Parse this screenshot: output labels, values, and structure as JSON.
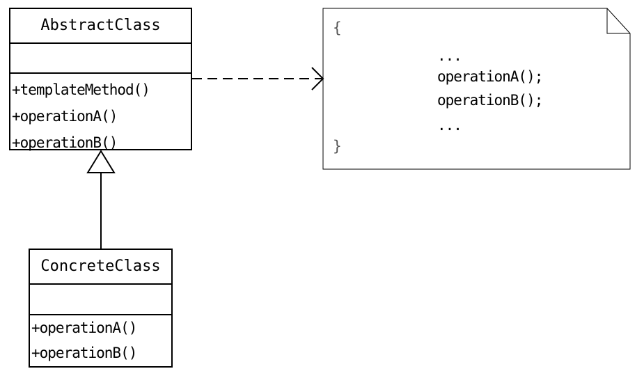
{
  "abstract_class": {
    "name": "AbstractClass",
    "operations": [
      "+templateMethod()",
      "+operationA()",
      "+operationB()"
    ]
  },
  "concrete_class": {
    "name": "ConcreteClass",
    "operations": [
      "+operationA()",
      "+operationB()"
    ]
  },
  "note": {
    "lines": [
      "{",
      "...",
      "operationA();",
      "operationB();",
      "...",
      "}"
    ]
  }
}
